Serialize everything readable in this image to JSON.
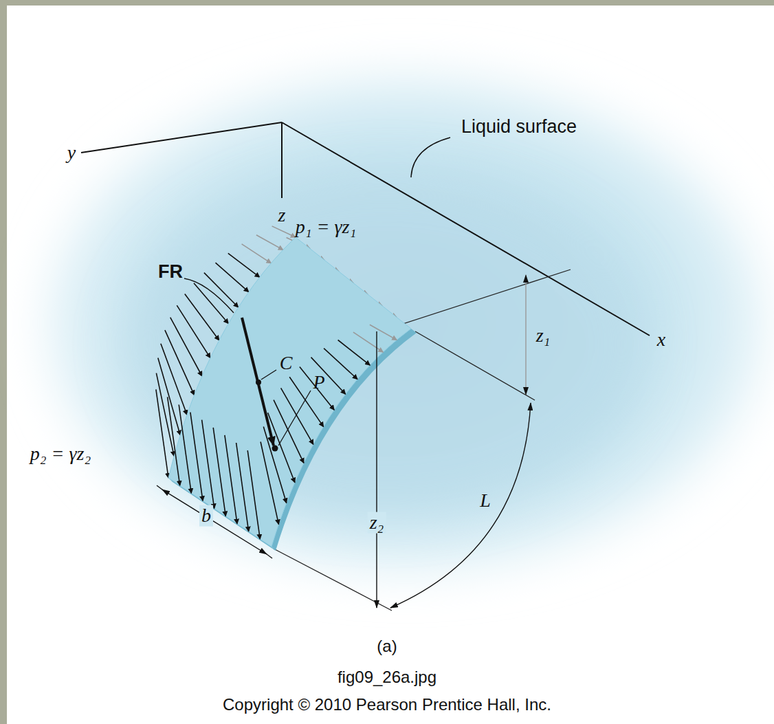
{
  "diagram": {
    "labels": [
      "Liquid surface",
      "y",
      "z",
      "x",
      "p₁ = γz₁",
      "FR",
      "C",
      "P",
      "p₂ = γz₂",
      "z₁",
      "z₂",
      "L",
      "b",
      "(a)",
      "fig09_26a.jpg",
      "Copyright © 2010 Pearson Prentice Hall, Inc."
    ]
  }
}
